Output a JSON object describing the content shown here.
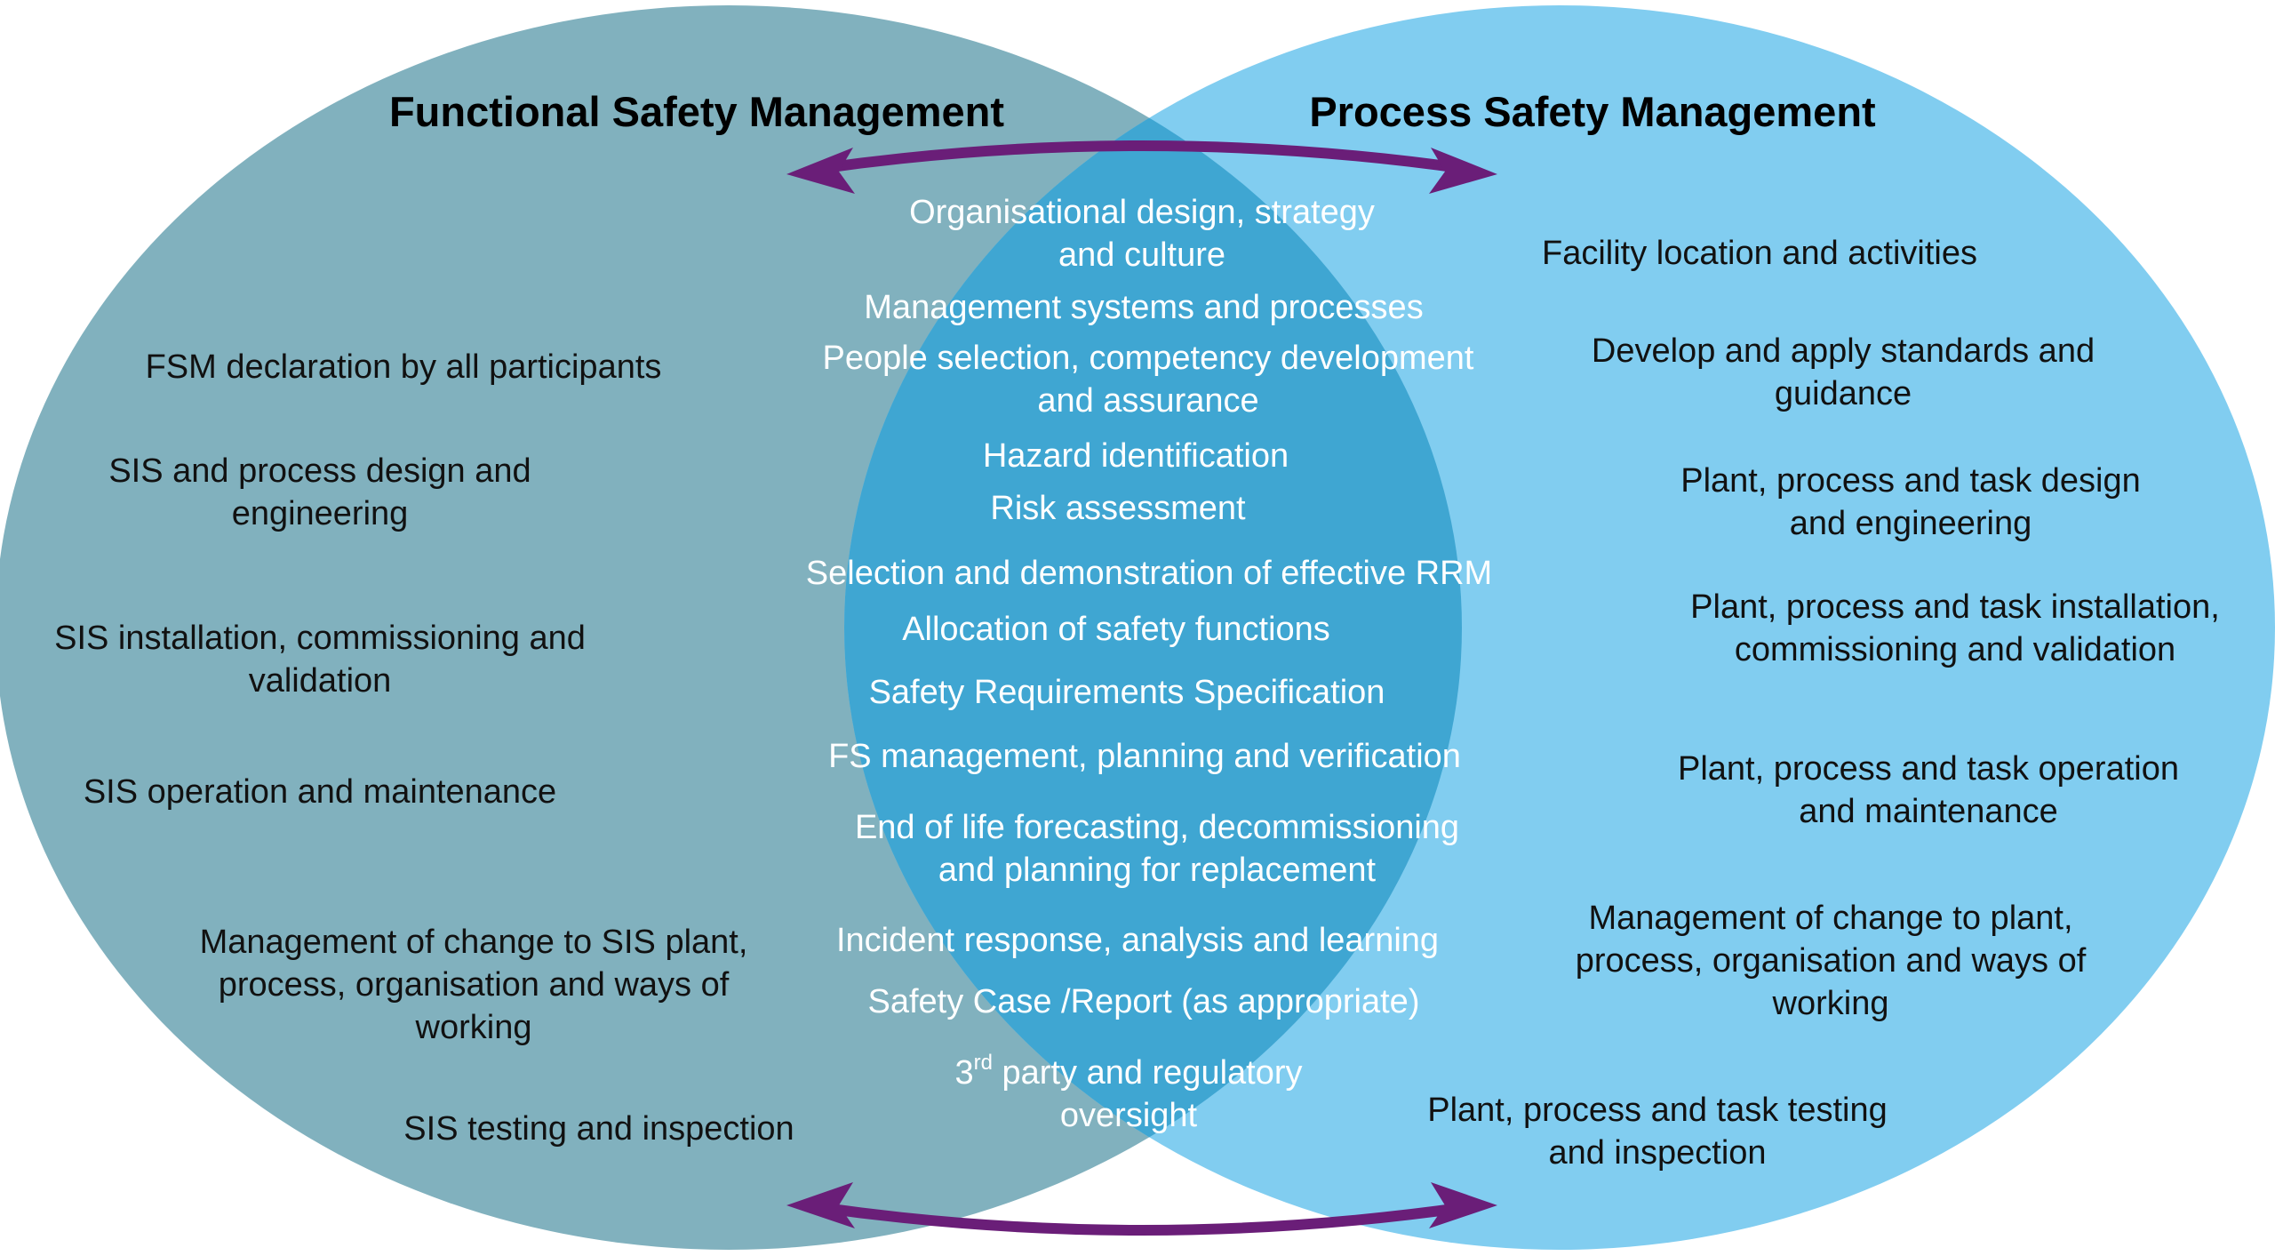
{
  "colors": {
    "left_circle": "#81b1be",
    "right_circle": "#81cdf0",
    "overlap": "#3fa6d2",
    "arrow": "#6a1e78",
    "dark_text": "#111111",
    "light_text": "#ffffff"
  },
  "left": {
    "title": "Functional Safety Management",
    "items": [
      [
        "FSM declaration by all participants"
      ],
      [
        "SIS and process design and",
        "engineering"
      ],
      [
        "SIS installation, commissioning and",
        "validation"
      ],
      [
        "SIS operation and maintenance"
      ],
      [
        "Management of change to SIS plant,",
        "process, organisation and ways of",
        "working"
      ],
      [
        "SIS testing and inspection"
      ]
    ]
  },
  "right": {
    "title": "Process Safety Management",
    "items": [
      [
        "Facility location and activities"
      ],
      [
        "Develop and apply standards and",
        "guidance"
      ],
      [
        "Plant, process and task design",
        "and engineering"
      ],
      [
        "Plant, process and task installation,",
        "commissioning and validation"
      ],
      [
        "Plant, process and task operation",
        "and maintenance"
      ],
      [
        "Management of change to plant,",
        "process, organisation and ways of",
        "working"
      ],
      [
        "Plant, process and task testing",
        "and inspection"
      ]
    ]
  },
  "shared": {
    "items": [
      [
        "Organisational design, strategy",
        "and culture"
      ],
      [
        "Management systems and processes"
      ],
      [
        "People selection, competency development",
        "and assurance"
      ],
      [
        "Hazard identification"
      ],
      [
        "Risk assessment"
      ],
      [
        "Selection and demonstration of effective RRM"
      ],
      [
        "Allocation of safety functions"
      ],
      [
        "Safety Requirements Specification"
      ],
      [
        "FS management, planning and verification"
      ],
      [
        "End of life forecasting, decommissioning",
        "and planning for replacement"
      ],
      [
        "Incident response, analysis and learning"
      ],
      [
        "Safety Case /Report (as appropriate)"
      ]
    ],
    "oversight": {
      "number": "3",
      "superscript": "rd",
      "line1_rest": " party and regulatory",
      "line2": "oversight"
    }
  }
}
